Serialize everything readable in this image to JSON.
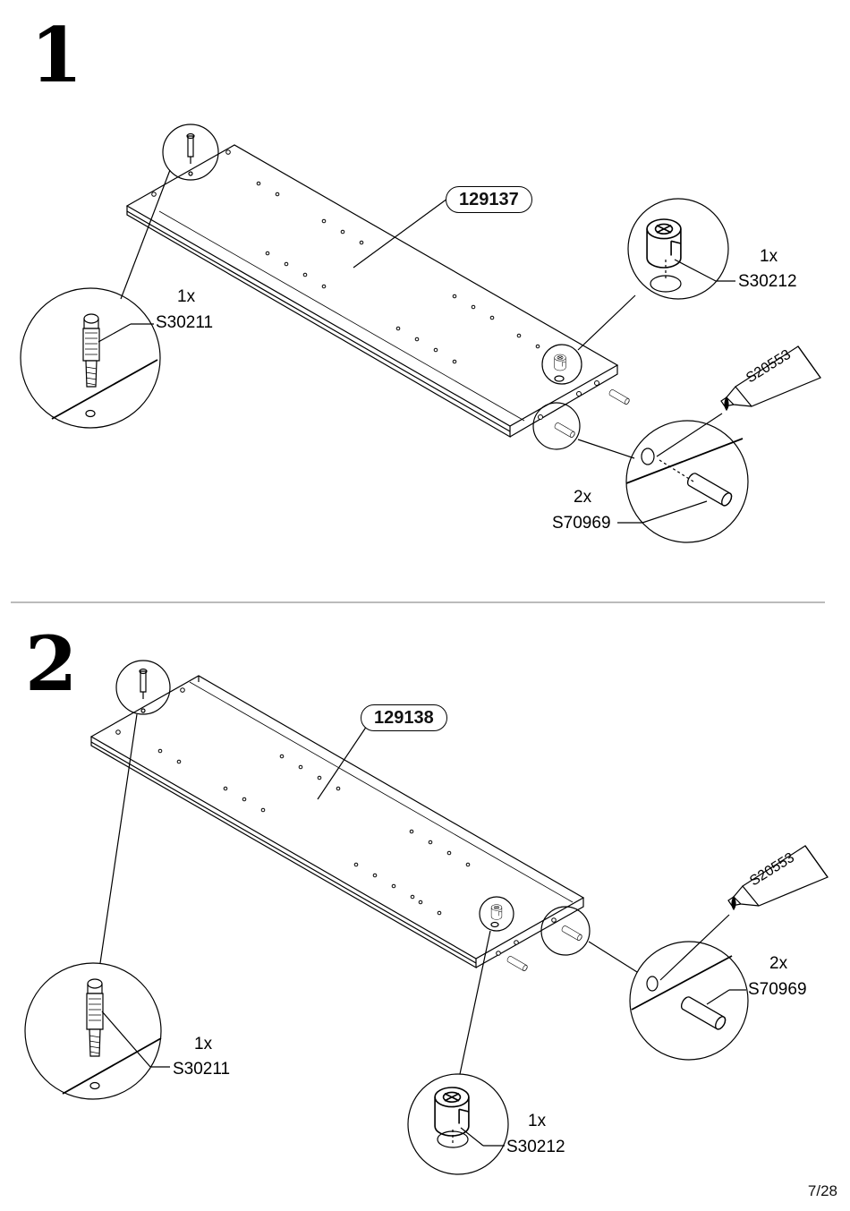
{
  "page": {
    "number": "7/28"
  },
  "steps": [
    {
      "number": "1",
      "panel": "129137",
      "cam_bolt": {
        "qty": "1x",
        "code": "S30211"
      },
      "cam_lock": {
        "qty": "1x",
        "code": "S30212"
      },
      "glue": {
        "code": "S20553"
      },
      "dowel": {
        "qty": "2x",
        "code": "S70969"
      }
    },
    {
      "number": "2",
      "panel": "129138",
      "cam_bolt": {
        "qty": "1x",
        "code": "S30211"
      },
      "cam_lock": {
        "qty": "1x",
        "code": "S30212"
      },
      "glue": {
        "code": "S20553"
      },
      "dowel": {
        "qty": "2x",
        "code": "S70969"
      }
    }
  ]
}
